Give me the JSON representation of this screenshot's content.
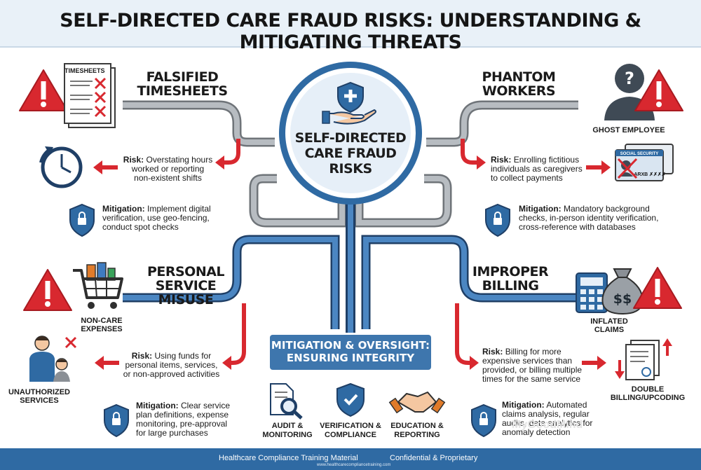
{
  "title": "SELF-DIRECTED CARE FRAUD RISKS: UNDERSTANDING & MITIGATING THREATS",
  "center": {
    "line1": "SELF-DIRECTED",
    "line2": "CARE FRAUD",
    "line3": "RISKS"
  },
  "sections": {
    "falsified": {
      "heading_1": "FALSIFIED",
      "heading_2": "TIMESHEETS",
      "icon_label": "TIMESHEETS",
      "risk_label": "Risk:",
      "risk_text_1": "Overstating hours",
      "risk_text_2": "worked or reporting",
      "risk_text_3": "non-existent shifts",
      "mit_label": "Mitigation:",
      "mit_text_1": "Implement digital",
      "mit_text_2": "verification, use geo-fencing,",
      "mit_text_3": "conduct spot checks"
    },
    "phantom": {
      "heading": "PHANTOM",
      "heading_2": "WORKERS",
      "icon_label": "GHOST EMPLOYEE",
      "card_text": "SOCIAL SECURITY",
      "card_number": "ARXB ✗✗✗✗",
      "risk_label": "Risk:",
      "risk_text_1": "Enrolling fictitious",
      "risk_text_2": "individuals as caregivers",
      "risk_text_3": "to collect payments",
      "mit_label": "Mitigation:",
      "mit_text_1": "Mandatory background",
      "mit_text_2": "checks, in-person identity verification,",
      "mit_text_3": "cross-reference with databases"
    },
    "personal": {
      "heading_1": "PERSONAL",
      "heading_2": "SERVICE MISUSE",
      "label_1a": "NON-CARE",
      "label_1b": "EXPENSES",
      "label_2a": "UNAUTHORIZED",
      "label_2b": "SERVICES",
      "risk_label": "Risk:",
      "risk_text_1": "Using funds for",
      "risk_text_2": "personal items, services,",
      "risk_text_3": "or non-approved activities",
      "mit_label": "Mitigation:",
      "mit_text_1": "Clear service",
      "mit_text_2": "plan definitions, expense",
      "mit_text_3": "monitoring, pre-approval",
      "mit_text_4": "for large purchases"
    },
    "billing": {
      "heading_1": "IMPROPER",
      "heading_2": "BILLING",
      "label_1a": "INFLATED",
      "label_1b": "CLAIMS",
      "label_2a": "DOUBLE",
      "label_2b": "BILLING/UPCODING",
      "bag_symbol": "$$",
      "risk_label": "Risk:",
      "risk_text_1": "Billing for more",
      "risk_text_2": "expensive services than",
      "risk_text_3": "provided, or billing multiple",
      "risk_text_4": "times for the same service",
      "mit_label": "Mitigation:",
      "mit_text_1": "Automated",
      "mit_text_2": "claims analysis, regular",
      "mit_text_3": "audits, data analytics for",
      "mit_text_4": "anomaly detection"
    }
  },
  "banner": {
    "line1": "MITIGATION & OVERSIGHT:",
    "line2": "ENSURING INTEGRITY"
  },
  "tools": [
    {
      "l1": "AUDIT &",
      "l2": "MONITORING"
    },
    {
      "l1": "VERIFICATION &",
      "l2": "COMPLIANCE"
    },
    {
      "l1": "EDUCATION &",
      "l2": "REPORTING"
    }
  ],
  "footer": {
    "left": "Healthcare Compliance Training Material",
    "right": "Confidential & Proprietary",
    "url": "www.healthcarecompliancetraining.com"
  },
  "watermark": "MyGoodMind",
  "colors": {
    "blue": "#2f6aa3",
    "lightblue": "#4b86c2",
    "gray": "#9aa0a6",
    "red": "#d8282f",
    "navy": "#1f3f66"
  }
}
